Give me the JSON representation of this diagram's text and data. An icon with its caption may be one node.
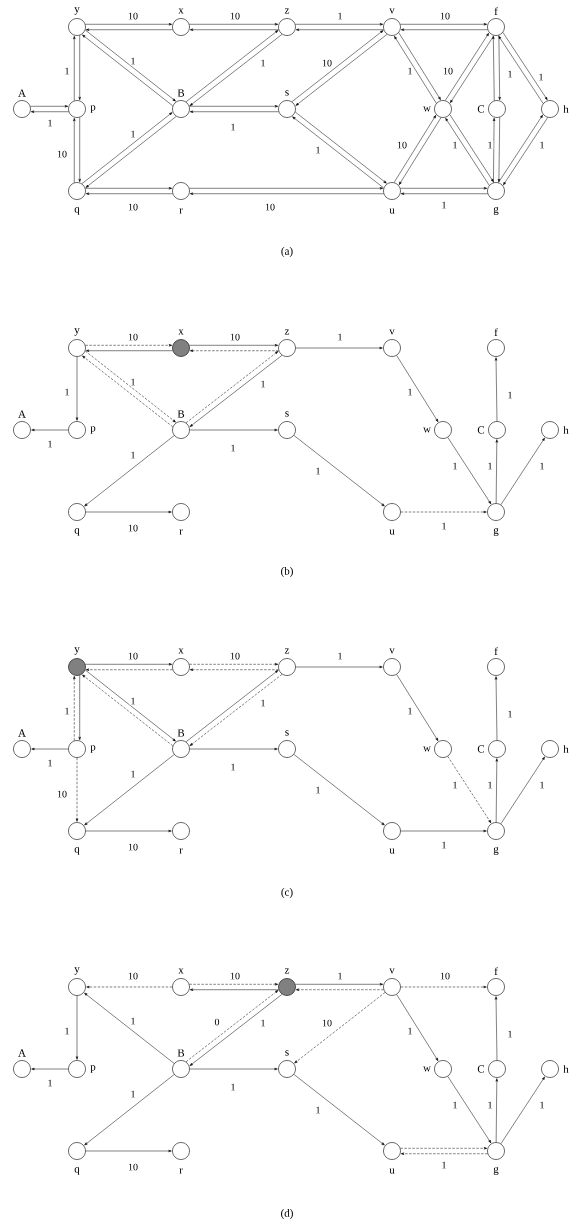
{
  "diagram": {
    "nodes": [
      {
        "text": [],
        "shape": "circle",
        "beside": [
          "y"
        ]
      },
      {
        "text": [],
        "shape": "circle",
        "beside": [
          "x"
        ]
      },
      {
        "text": [],
        "shape": "circle",
        "beside": [
          "z"
        ]
      },
      {
        "text": [],
        "shape": "circle",
        "beside": [
          "v"
        ]
      },
      {
        "text": [],
        "shape": "circle",
        "beside": [
          "f"
        ]
      },
      {
        "text": [],
        "shape": "circle",
        "beside": [
          "A"
        ]
      },
      {
        "text": [],
        "shape": "circle",
        "beside": [
          "p"
        ]
      },
      {
        "text": [],
        "shape": "circle",
        "beside": [
          "B"
        ]
      },
      {
        "text": [],
        "shape": "circle",
        "beside": [
          "s"
        ]
      },
      {
        "text": [],
        "shape": "circle",
        "beside": [
          "w"
        ]
      },
      {
        "text": [],
        "shape": "circle",
        "beside": [
          "C"
        ]
      },
      {
        "text": [],
        "shape": "circle",
        "beside": [
          "h"
        ]
      },
      {
        "text": [],
        "shape": "circle",
        "beside": [
          "q"
        ]
      },
      {
        "text": [],
        "shape": "circle",
        "beside": [
          "r"
        ]
      },
      {
        "text": [],
        "shape": "circle",
        "beside": [
          "u"
        ]
      },
      {
        "text": [],
        "shape": "circle",
        "beside": [
          "g"
        ]
      },
      {
        "text": [],
        "shape": "circle",
        "beside": [
          "y"
        ]
      },
      {
        "text": [],
        "shape": "circle",
        "beside": [
          "x"
        ]
      },
      {
        "text": [],
        "shape": "circle",
        "beside": [
          "z"
        ]
      },
      {
        "text": [],
        "shape": "circle",
        "beside": [
          "v"
        ]
      },
      {
        "text": [],
        "shape": "circle",
        "beside": [
          "f"
        ]
      },
      {
        "text": [],
        "shape": "circle",
        "beside": [
          "A"
        ]
      },
      {
        "text": [],
        "shape": "circle",
        "beside": [
          "p"
        ]
      },
      {
        "text": [],
        "shape": "circle",
        "beside": [
          "B"
        ]
      },
      {
        "text": [],
        "shape": "circle",
        "beside": [
          "s"
        ]
      },
      {
        "text": [],
        "shape": "circle",
        "beside": [
          "w"
        ]
      },
      {
        "text": [],
        "shape": "circle",
        "beside": [
          "C"
        ]
      },
      {
        "text": [],
        "shape": "circle",
        "beside": [
          "h"
        ]
      },
      {
        "text": [],
        "shape": "circle",
        "beside": [
          "q"
        ]
      },
      {
        "text": [],
        "shape": "circle",
        "beside": [
          "r"
        ]
      },
      {
        "text": [],
        "shape": "circle",
        "beside": [
          "u"
        ]
      },
      {
        "text": [],
        "shape": "circle",
        "beside": [
          "g"
        ]
      },
      {
        "text": [],
        "shape": "circle",
        "beside": [
          "y"
        ]
      },
      {
        "text": [],
        "shape": "circle",
        "beside": [
          "x"
        ]
      },
      {
        "text": [],
        "shape": "circle",
        "beside": [
          "z"
        ]
      },
      {
        "text": [],
        "shape": "circle",
        "beside": [
          "v"
        ]
      },
      {
        "text": [],
        "shape": "circle",
        "beside": [
          "f"
        ]
      },
      {
        "text": [],
        "shape": "circle",
        "beside": [
          "A"
        ]
      },
      {
        "text": [],
        "shape": "circle",
        "beside": [
          "p"
        ]
      },
      {
        "text": [],
        "shape": "circle",
        "beside": [
          "B"
        ]
      },
      {
        "text": [],
        "shape": "circle",
        "beside": [
          "s"
        ]
      },
      {
        "text": [],
        "shape": "circle",
        "beside": [
          "w"
        ]
      },
      {
        "text": [],
        "shape": "circle",
        "beside": [
          "C"
        ]
      },
      {
        "text": [],
        "shape": "circle",
        "beside": [
          "h"
        ]
      },
      {
        "text": [],
        "shape": "circle",
        "beside": [
          "q"
        ]
      },
      {
        "text": [],
        "shape": "circle",
        "beside": [
          "r"
        ]
      },
      {
        "text": [],
        "shape": "circle",
        "beside": [
          "u"
        ]
      },
      {
        "text": [],
        "shape": "circle",
        "beside": [
          "g"
        ]
      },
      {
        "text": [],
        "shape": "circle",
        "beside": [
          "y"
        ]
      },
      {
        "text": [],
        "shape": "circle",
        "beside": [
          "x"
        ]
      },
      {
        "text": [],
        "shape": "circle",
        "beside": [
          "z"
        ]
      },
      {
        "text": [],
        "shape": "circle",
        "beside": [
          "v"
        ]
      },
      {
        "text": [],
        "shape": "circle",
        "beside": [
          "f"
        ]
      },
      {
        "text": [],
        "shape": "circle",
        "beside": [
          "A"
        ]
      },
      {
        "text": [],
        "shape": "circle",
        "beside": [
          "p"
        ]
      },
      {
        "text": [],
        "shape": "circle",
        "beside": [
          "B"
        ]
      },
      {
        "text": [],
        "shape": "circle",
        "beside": [
          "s"
        ]
      },
      {
        "text": [],
        "shape": "circle",
        "beside": [
          "w"
        ]
      },
      {
        "text": [],
        "shape": "circle",
        "beside": [
          "C"
        ]
      },
      {
        "text": [],
        "shape": "circle",
        "beside": [
          "h"
        ]
      },
      {
        "text": [],
        "shape": "circle",
        "beside": [
          "q"
        ]
      },
      {
        "text": [],
        "shape": "circle",
        "beside": [
          "r"
        ]
      },
      {
        "text": [],
        "shape": "circle",
        "beside": [
          "u"
        ]
      },
      {
        "text": [],
        "shape": "circle",
        "beside": [
          "g"
        ]
      }
    ],
    "edges": [
      {
        "from": 0,
        "to": 1,
        "arrow": "to",
        "label": "10"
      },
      {
        "from": 1,
        "to": 0,
        "arrow": "to"
      },
      {
        "from": 1,
        "to": 2,
        "arrow": "to",
        "label": "10"
      },
      {
        "from": 2,
        "to": 1,
        "arrow": "to"
      },
      {
        "from": 2,
        "to": 3,
        "arrow": "to",
        "label": "1"
      },
      {
        "from": 3,
        "to": 2,
        "arrow": "to"
      },
      {
        "from": 3,
        "to": 4,
        "arrow": "to",
        "label": "10"
      },
      {
        "from": 4,
        "to": 3,
        "arrow": "to"
      },
      {
        "from": 5,
        "to": 6,
        "arrow": "to"
      },
      {
        "from": 6,
        "to": 5,
        "arrow": "to",
        "label": "1"
      },
      {
        "from": 0,
        "to": 6,
        "arrow": "to",
        "label": "1"
      },
      {
        "from": 6,
        "to": 0,
        "arrow": "to"
      },
      {
        "from": 6,
        "to": 12,
        "arrow": "to",
        "label": "10"
      },
      {
        "from": 12,
        "to": 6,
        "arrow": "to"
      },
      {
        "from": 0,
        "to": 7,
        "arrow": "to",
        "label": "1"
      },
      {
        "from": 7,
        "to": 0,
        "arrow": "to"
      },
      {
        "from": 12,
        "to": 7,
        "arrow": "to",
        "label": "1"
      },
      {
        "from": 7,
        "to": 12,
        "arrow": "to"
      },
      {
        "from": 2,
        "to": 7,
        "arrow": "to",
        "label": "1"
      },
      {
        "from": 7,
        "to": 2,
        "arrow": "to"
      },
      {
        "from": 7,
        "to": 8,
        "arrow": "to"
      },
      {
        "from": 8,
        "to": 7,
        "arrow": "to",
        "label": "1"
      },
      {
        "from": 8,
        "to": 3,
        "arrow": "to",
        "label": "10"
      },
      {
        "from": 3,
        "to": 8,
        "arrow": "to"
      },
      {
        "from": 8,
        "to": 14,
        "arrow": "to",
        "label": "1"
      },
      {
        "from": 14,
        "to": 8,
        "arrow": "to"
      },
      {
        "from": 3,
        "to": 9,
        "arrow": "to",
        "label": "1"
      },
      {
        "from": 9,
        "to": 3,
        "arrow": "to"
      },
      {
        "from": 9,
        "to": 4,
        "arrow": "to",
        "label": "10"
      },
      {
        "from": 4,
        "to": 9,
        "arrow": "to"
      },
      {
        "from": 14,
        "to": 9,
        "arrow": "to",
        "label": "10"
      },
      {
        "from": 9,
        "to": 14,
        "arrow": "to"
      },
      {
        "from": 9,
        "to": 15,
        "arrow": "to",
        "label": "1"
      },
      {
        "from": 15,
        "to": 9,
        "arrow": "to"
      },
      {
        "from": 4,
        "to": 10,
        "arrow": "to",
        "label": "1"
      },
      {
        "from": 10,
        "to": 4,
        "arrow": "to"
      },
      {
        "from": 10,
        "to": 15,
        "arrow": "to",
        "label": "1"
      },
      {
        "from": 15,
        "to": 10,
        "arrow": "to"
      },
      {
        "from": 4,
        "to": 11,
        "arrow": "to",
        "label": "1"
      },
      {
        "from": 11,
        "to": 4,
        "arrow": "to"
      },
      {
        "from": 11,
        "to": 15,
        "arrow": "to",
        "label": "1"
      },
      {
        "from": 15,
        "to": 11,
        "arrow": "to"
      },
      {
        "from": 12,
        "to": 13,
        "arrow": "to"
      },
      {
        "from": 13,
        "to": 12,
        "arrow": "to",
        "label": "10"
      },
      {
        "from": 13,
        "to": 14,
        "arrow": "to"
      },
      {
        "from": 14,
        "to": 13,
        "arrow": "to",
        "label": "10"
      },
      {
        "from": 14,
        "to": 15,
        "arrow": "to"
      },
      {
        "from": 15,
        "to": 14,
        "arrow": "to",
        "label": "1"
      },
      {
        "from": 16,
        "to": 17,
        "arrow": "to",
        "style": "dashed",
        "label": "10"
      },
      {
        "from": 17,
        "to": 16,
        "arrow": "to"
      },
      {
        "from": 17,
        "to": 18,
        "arrow": "to",
        "label": "10"
      },
      {
        "from": 18,
        "to": 17,
        "arrow": "to",
        "style": "dashed"
      },
      {
        "from": 23,
        "to": 16,
        "arrow": "to",
        "style": "dashed",
        "label": "1"
      },
      {
        "from": 16,
        "to": 23,
        "arrow": "to",
        "style": "dashed"
      },
      {
        "from": 23,
        "to": 18,
        "arrow": "to",
        "style": "dashed"
      },
      {
        "from": 18,
        "to": 23,
        "arrow": "to",
        "label": "1"
      },
      {
        "from": 18,
        "to": 19,
        "arrow": "to",
        "label": "1"
      },
      {
        "from": 16,
        "to": 22,
        "arrow": "to",
        "label": "1"
      },
      {
        "from": 22,
        "to": 21,
        "arrow": "to",
        "label": "1"
      },
      {
        "from": 23,
        "to": 24,
        "arrow": "to",
        "label": "1"
      },
      {
        "from": 23,
        "to": 28,
        "arrow": "to",
        "label": "1"
      },
      {
        "from": 28,
        "to": 29,
        "arrow": "to",
        "label": "10"
      },
      {
        "from": 24,
        "to": 30,
        "arrow": "to",
        "label": "1"
      },
      {
        "from": 19,
        "to": 25,
        "arrow": "to",
        "label": "1"
      },
      {
        "from": 25,
        "to": 31,
        "arrow": "to",
        "label": "1"
      },
      {
        "from": 31,
        "to": 26,
        "arrow": "to",
        "label": "1"
      },
      {
        "from": 26,
        "to": 20,
        "arrow": "to",
        "label": "1"
      },
      {
        "from": 31,
        "to": 27,
        "arrow": "to",
        "label": "1"
      },
      {
        "from": 30,
        "to": 31,
        "arrow": "to",
        "style": "dashed",
        "label": "1"
      },
      {
        "from": 32,
        "to": 33,
        "arrow": "to",
        "label": "10"
      },
      {
        "from": 33,
        "to": 32,
        "arrow": "to",
        "style": "dashed"
      },
      {
        "from": 33,
        "to": 34,
        "arrow": "to",
        "style": "dashed",
        "label": "10"
      },
      {
        "from": 34,
        "to": 33,
        "arrow": "to",
        "style": "dashed"
      },
      {
        "from": 32,
        "to": 39,
        "arrow": "to",
        "label": "1"
      },
      {
        "from": 39,
        "to": 32,
        "arrow": "to",
        "style": "dashed"
      },
      {
        "from": 39,
        "to": 34,
        "arrow": "to"
      },
      {
        "from": 34,
        "to": 39,
        "arrow": "to",
        "style": "dashed",
        "label": "1"
      },
      {
        "from": 32,
        "to": 38,
        "arrow": "to"
      },
      {
        "from": 38,
        "to": 32,
        "arrow": "to",
        "style": "dashed",
        "label": "1"
      },
      {
        "from": 38,
        "to": 44,
        "arrow": "to",
        "style": "dashed",
        "label": "10"
      },
      {
        "from": 38,
        "to": 37,
        "arrow": "to",
        "label": "1"
      },
      {
        "from": 34,
        "to": 35,
        "arrow": "to",
        "label": "1"
      },
      {
        "from": 39,
        "to": 40,
        "arrow": "to",
        "label": "1"
      },
      {
        "from": 39,
        "to": 44,
        "arrow": "to",
        "label": "1"
      },
      {
        "from": 44,
        "to": 45,
        "arrow": "to",
        "label": "10"
      },
      {
        "from": 40,
        "to": 46,
        "arrow": "to",
        "label": "1"
      },
      {
        "from": 35,
        "to": 41,
        "arrow": "to",
        "label": "1"
      },
      {
        "from": 41,
        "to": 47,
        "arrow": "to",
        "style": "dashed",
        "label": "1"
      },
      {
        "from": 46,
        "to": 47,
        "arrow": "to",
        "label": "1"
      },
      {
        "from": 47,
        "to": 42,
        "arrow": "to",
        "label": "1"
      },
      {
        "from": 42,
        "to": 36,
        "arrow": "to",
        "label": "1"
      },
      {
        "from": 47,
        "to": 43,
        "arrow": "to",
        "label": "1"
      },
      {
        "from": 49,
        "to": 48,
        "arrow": "to",
        "style": "dashed",
        "label": "10"
      },
      {
        "from": 49,
        "to": 50,
        "arrow": "to",
        "style": "dashed",
        "label": "10"
      },
      {
        "from": 50,
        "to": 49,
        "arrow": "to"
      },
      {
        "from": 55,
        "to": 48,
        "arrow": "to",
        "label": "1"
      },
      {
        "from": 48,
        "to": 54,
        "arrow": "to",
        "label": "1"
      },
      {
        "from": 54,
        "to": 53,
        "arrow": "to",
        "label": "1"
      },
      {
        "from": 55,
        "to": 50,
        "arrow": "to",
        "style": "dashed",
        "label": "0"
      },
      {
        "from": 50,
        "to": 55,
        "arrow": "to",
        "label": "1"
      },
      {
        "from": 50,
        "to": 51,
        "arrow": "to",
        "label": "1"
      },
      {
        "from": 51,
        "to": 50,
        "arrow": "to",
        "style": "dashed"
      },
      {
        "from": 51,
        "to": 52,
        "arrow": "to",
        "style": "dashed",
        "label": "10"
      },
      {
        "from": 51,
        "to": 56,
        "arrow": "to",
        "style": "dashed",
        "label": "10"
      },
      {
        "from": 51,
        "to": 57,
        "arrow": "to",
        "label": "1"
      },
      {
        "from": 55,
        "to": 56,
        "arrow": "to",
        "label": "1"
      },
      {
        "from": 55,
        "to": 60,
        "arrow": "to",
        "label": "1"
      },
      {
        "from": 60,
        "to": 61,
        "arrow": "to",
        "label": "10"
      },
      {
        "from": 56,
        "to": 62,
        "arrow": "to",
        "label": "1"
      },
      {
        "from": 57,
        "to": 63,
        "arrow": "to",
        "label": "1"
      },
      {
        "from": 63,
        "to": 58,
        "arrow": "to",
        "label": "1"
      },
      {
        "from": 58,
        "to": 52,
        "arrow": "to",
        "label": "1"
      },
      {
        "from": 63,
        "to": 59,
        "arrow": "to",
        "label": "1"
      },
      {
        "from": 62,
        "to": 63,
        "arrow": "to",
        "style": "dashed",
        "label": "1"
      },
      {
        "from": 63,
        "to": 62,
        "arrow": "to",
        "style": "dashed"
      }
    ],
    "labels": [
      "(a)",
      "(b)",
      "(c)",
      "(d)"
    ]
  }
}
